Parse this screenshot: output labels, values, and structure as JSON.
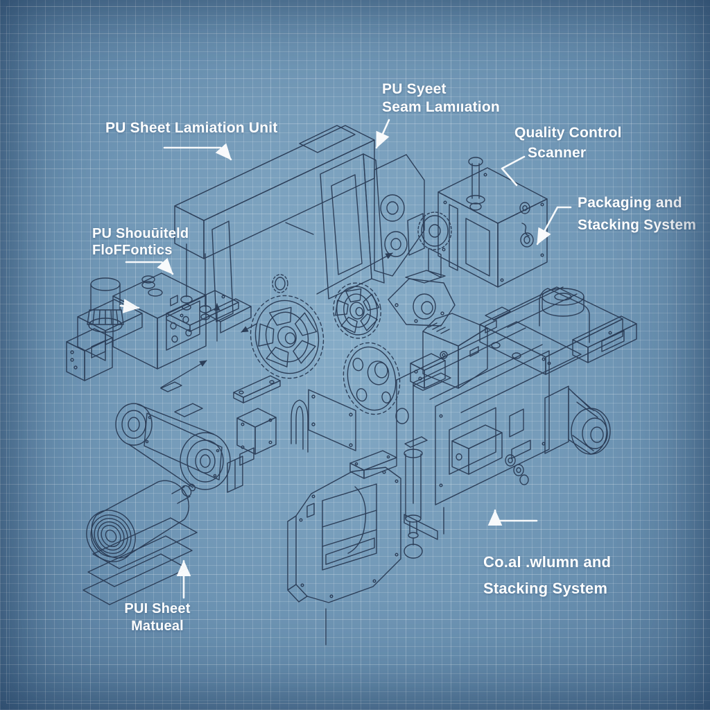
{
  "diagram": {
    "style": "isometric blueprint of PU sheet production line",
    "background_color": "#6f98b7",
    "grid_color": "rgba(255,255,255,0.16)",
    "linework_color": "#2c3e58",
    "label_color": "#ffffff",
    "material_roll_color": "#f6f4ed"
  },
  "labels": {
    "lamination_unit": "PU Sheet Lamiation Unit",
    "seam_lamination_line1": "PU Syeet",
    "seam_lamination_line2": "Seam Lamııation",
    "quality_control_line1": "Quality Control",
    "quality_control_line2": "Scanner",
    "packaging_line1": "Packaging and",
    "packaging_line2": "Stacking System",
    "floffontics_line1": "PU Shouūiteld",
    "floffontics_line2": "FloFFontics",
    "material_line1": "PUI Sheet",
    "material_line2": "Matueal",
    "coal_line1": "Co.al .wlumn and",
    "coal_line2": "Stacking System"
  }
}
